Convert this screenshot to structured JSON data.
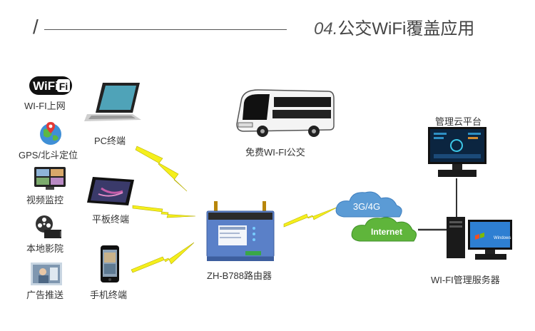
{
  "header": {
    "slash": "/",
    "title_num": "04.",
    "title_text": "公交WiFi覆盖应用"
  },
  "left_items": [
    {
      "label": "WI-FI上网",
      "logo_text": "WiFi"
    },
    {
      "label": "GPS/北斗定位"
    },
    {
      "label": "视频监控"
    },
    {
      "label": "本地影院"
    },
    {
      "label": "广告推送"
    }
  ],
  "devices": {
    "pc": "PC终端",
    "tablet": "平板终端",
    "phone": "手机终端",
    "bus": "免费WI-FI公交",
    "router": "ZH-B788路由器"
  },
  "cloud": {
    "top": "3G/4G",
    "bottom": "Internet"
  },
  "right": {
    "cloud_platform": "管理云平台",
    "server": "WI-FI管理服务器"
  },
  "colors": {
    "lightning": "#f5ef1c",
    "cloud_blue": "#5b9bd5",
    "cloud_green": "#5fb53b",
    "router_body": "#5a80c8"
  }
}
